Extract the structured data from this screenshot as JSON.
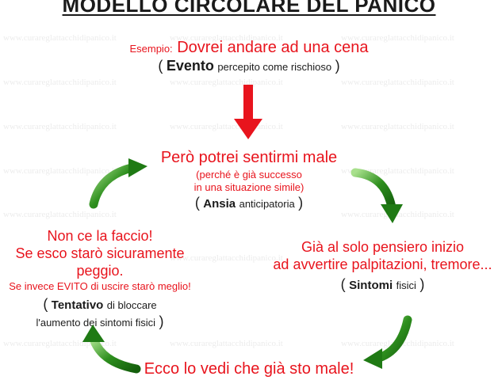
{
  "title": "MODELLO CIRCOLARE DEL PANICO",
  "watermark": "www.curareglattacchidipanico.it",
  "colors": {
    "text_red": "#e8141d",
    "arrow_red": "#e8141d",
    "arrow_green": "#2e8f1e",
    "text_dark": "#1b1b1b"
  },
  "nodes": {
    "top": {
      "prefix": "Esempio:",
      "headline": "Dovrei andare ad una cena",
      "open": "(",
      "keyword": "Evento",
      "rest": "percepito come rischioso",
      "close": ")"
    },
    "center": {
      "headline": "Però potrei sentirmi male",
      "line1": "(perché  è già successo",
      "line2": "in una situazione simile)",
      "open": "(",
      "keyword": "Ansia",
      "rest": "anticipatoria",
      "close": ")"
    },
    "right": {
      "line1": "Già al solo pensiero inizio",
      "line2": "ad avvertire palpitazioni, tremore...",
      "open": "(",
      "keyword": "Sintomi",
      "rest": "fisici",
      "close": ")"
    },
    "left": {
      "line1": "Non ce la faccio!",
      "line2": "Se esco starò sicuramente peggio.",
      "line3": "Se invece EVITO di uscire starò meglio!",
      "open": "(",
      "keyword": "Tentativo",
      "rest1": "di bloccare",
      "rest2": "l'aumento dei sintomi fisici",
      "close": ")"
    },
    "bottom": {
      "headline": "Ecco lo vedi che già sto male!"
    }
  },
  "arrows": [
    {
      "id": "top-to-center",
      "color": "red",
      "direction": "down"
    },
    {
      "id": "center-to-right",
      "color": "green",
      "direction": "clockwise"
    },
    {
      "id": "right-to-bottom",
      "color": "green",
      "direction": "clockwise"
    },
    {
      "id": "bottom-to-left",
      "color": "green",
      "direction": "clockwise"
    },
    {
      "id": "left-to-center",
      "color": "green",
      "direction": "clockwise"
    }
  ]
}
